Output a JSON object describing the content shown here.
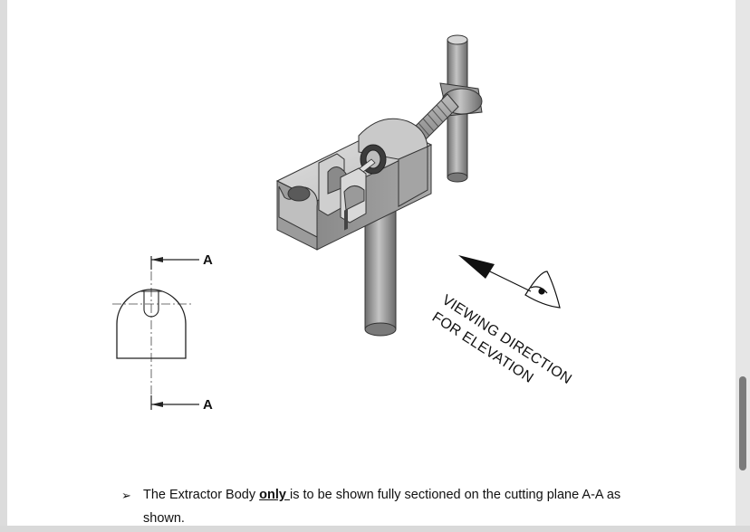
{
  "section_view": {
    "top_label": "A",
    "bottom_label": "A"
  },
  "viewing_direction": {
    "line1": "VIEWING DIRECTION",
    "line2": "FOR ELEVATION"
  },
  "note": {
    "bullet": "➢",
    "before": "The Extractor Body ",
    "emphasis": "only ",
    "after": "is to be shown fully sectioned on the cutting plane A-A as",
    "line2": "shown."
  }
}
